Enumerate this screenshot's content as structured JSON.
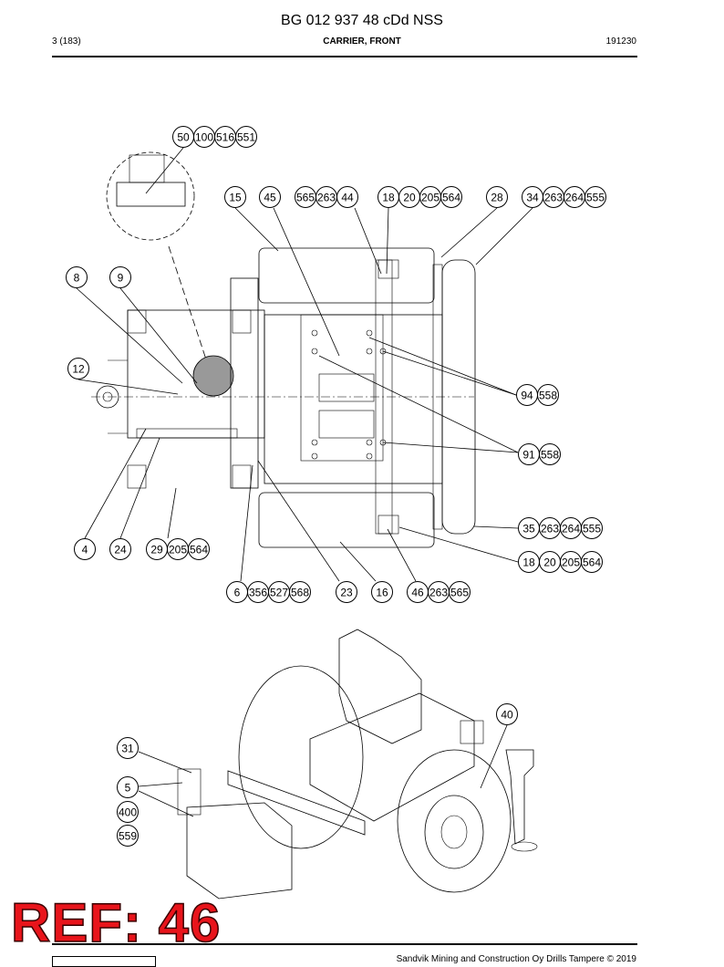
{
  "header": {
    "title": "BG 012 937 48 cDd NSS",
    "page": "3 (183)",
    "section": "CARRIER, FRONT",
    "date": "191230"
  },
  "footer": {
    "copyright": "Sandvik Mining and Construction Oy Drills Tampere © 2019"
  },
  "stamp": {
    "text": "REF: 46"
  },
  "callouts": {
    "g1": [
      "50",
      "100",
      "516",
      "551"
    ],
    "g2": [
      "15"
    ],
    "g3": [
      "45"
    ],
    "g4": [
      "565",
      "263",
      "44"
    ],
    "g5": [
      "18",
      "20",
      "205",
      "564"
    ],
    "g6": [
      "28"
    ],
    "g7": [
      "34",
      "263",
      "264",
      "555"
    ],
    "g8": [
      "8"
    ],
    "g9": [
      "9"
    ],
    "g10": [
      "12"
    ],
    "g11": [
      "94",
      "558"
    ],
    "g12": [
      "91",
      "558"
    ],
    "g13": [
      "35",
      "263",
      "264",
      "555"
    ],
    "g14": [
      "18",
      "20",
      "205",
      "564"
    ],
    "g15": [
      "4"
    ],
    "g16": [
      "24"
    ],
    "g17": [
      "29",
      "205",
      "564"
    ],
    "g18": [
      "6",
      "356",
      "527",
      "568"
    ],
    "g19": [
      "23"
    ],
    "g20": [
      "16"
    ],
    "g21": [
      "46",
      "263",
      "565"
    ],
    "g22": [
      "40"
    ],
    "g23": [
      "31"
    ],
    "g24": [
      "5"
    ],
    "g25": [
      "400"
    ],
    "g26": [
      "559"
    ]
  }
}
